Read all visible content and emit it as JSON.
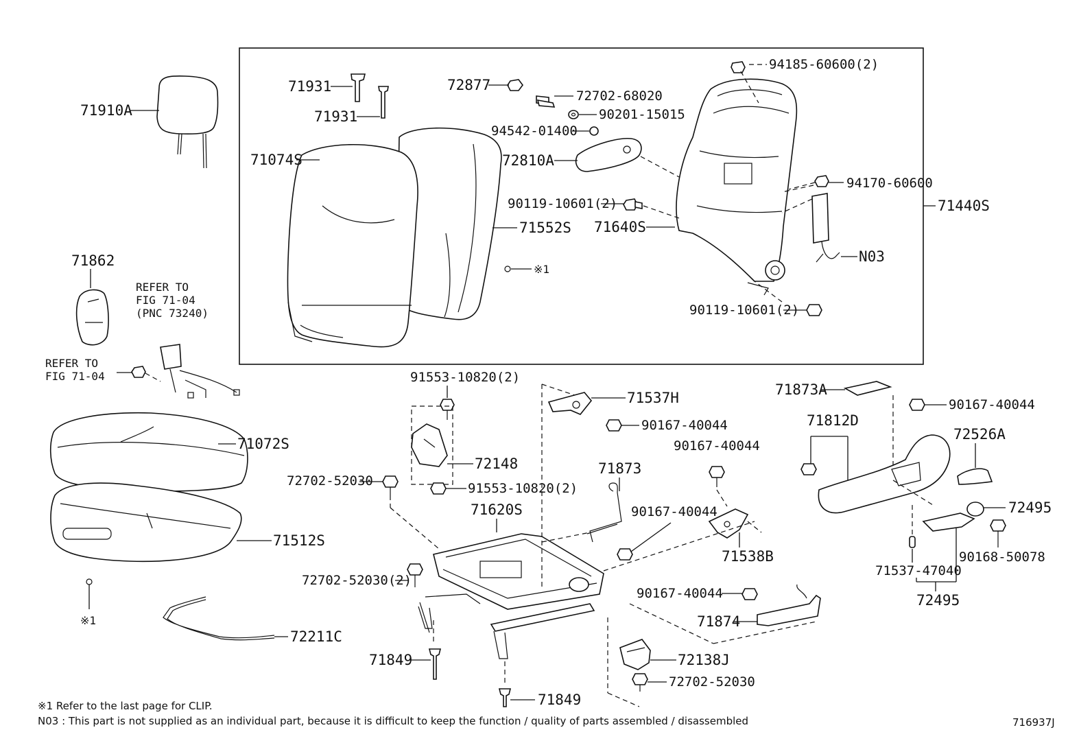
{
  "labels": {
    "p71910A": "71910A",
    "p71931a": "71931",
    "p71931b": "71931",
    "p72877": "72877",
    "p72702_68020": "72702-68020",
    "p90201_15015": "90201-15015",
    "p94542_01400": "94542-01400",
    "p72810A": "72810A",
    "p94185": "94185-60600(2)",
    "p94170": "94170-60600",
    "p71440S": "71440S",
    "p71074S": "71074S",
    "p71552S": "71552S",
    "p90119a": "90119-10601(2)",
    "p71640S": "71640S",
    "pN03": "N03",
    "p90119b": "90119-10601(2)",
    "clip1": "※1",
    "p71862": "71862",
    "refer1_l1": "REFER TO",
    "refer1_l2": "FIG 71-04",
    "refer1_l3": "(PNC 73240)",
    "refer2_l1": "REFER TO",
    "refer2_l2": "FIG 71-04",
    "p71072S": "71072S",
    "p71512S": "71512S",
    "clip2": "※1",
    "p72211C": "72211C",
    "p91553a": "91553-10820(2)",
    "p72148": "72148",
    "p72702_52030a": "72702-52030",
    "p91553b": "91553-10820(2)",
    "p71620S": "71620S",
    "p72702_52030b": "72702-52030(2)",
    "p71849a": "71849",
    "p71849b": "71849",
    "p71537H": "71537H",
    "p90167a": "90167-40044",
    "p90167b": "90167-40044",
    "p71873": "71873",
    "p90167c": "90167-40044",
    "p71538B": "71538B",
    "p90167d": "90167-40044",
    "p71874": "71874",
    "p72138J": "72138J",
    "p72702_52030c": "72702-52030",
    "p71873A": "71873A",
    "p90167e": "90167-40044",
    "p71812D": "71812D",
    "p72526A": "72526A",
    "p72495a": "72495",
    "p90168": "90168-50078",
    "p71537_47040": "71537-47040",
    "p72495b": "72495"
  },
  "notes": {
    "note1": "※1 Refer to the last page for CLIP.",
    "note2": "N03 : This part is not supplied as an individual part, because it is difficult to keep the function / quality of parts assembled / disassembled",
    "diagram_id": "716937J"
  }
}
